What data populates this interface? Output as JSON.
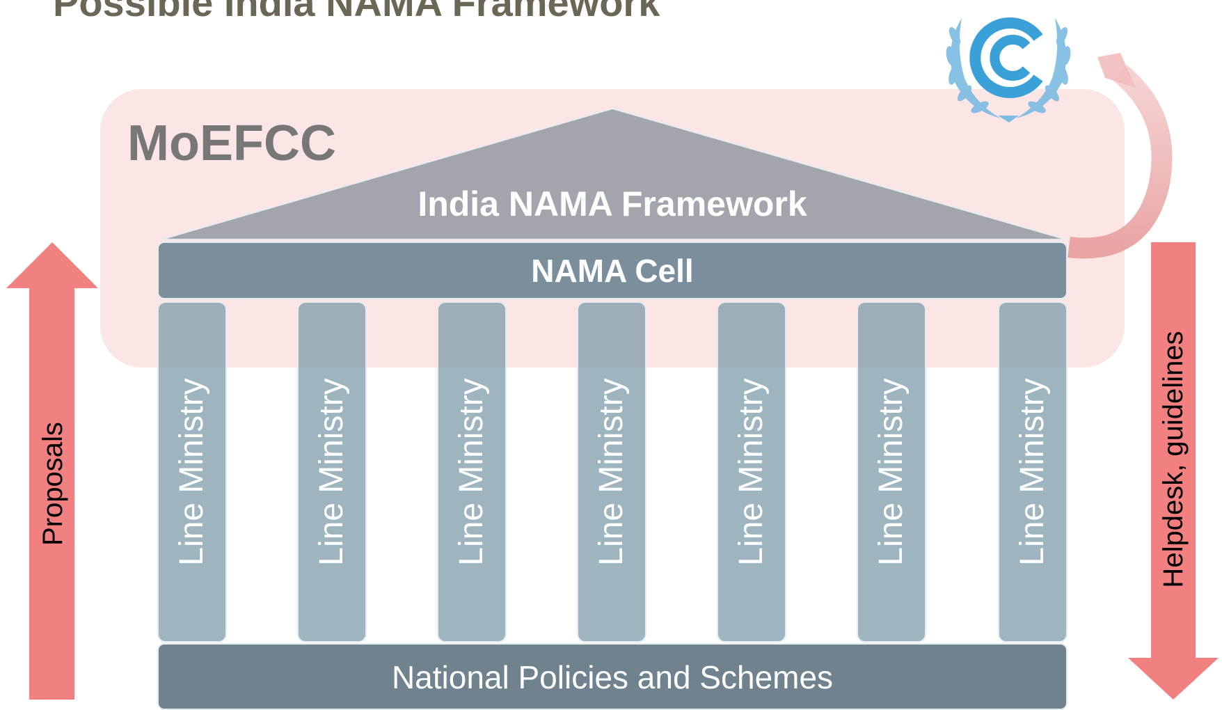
{
  "title": "Possible India NAMA Framework",
  "ministry_label": "MoEFCC",
  "roof_label": "India NAMA Framework",
  "cell_label": "NAMA Cell",
  "pillars": [
    "Line Ministry",
    "Line Ministry",
    "Line Ministry",
    "Line Ministry",
    "Line Ministry",
    "Line Ministry",
    "Line Ministry"
  ],
  "base_label": "National Policies and Schemes",
  "left_arrow_label": "Proposals",
  "right_arrow_label": "Helpdesk, guidelines",
  "colors": {
    "arrow": "#f28080",
    "roof": "#9aa3ab",
    "cell": "#7b8e9c",
    "pillar": "#98afbb",
    "base": "#70828d",
    "moefcc_bg": "#fbe3e3",
    "emblem": "#3aa0d8"
  },
  "icons": {
    "emblem": "unfccc-emblem-icon"
  }
}
